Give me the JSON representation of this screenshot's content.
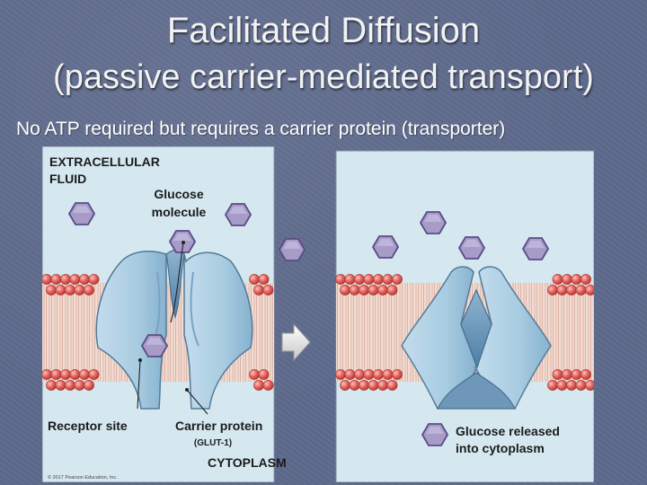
{
  "title_line1": "Facilitated Diffusion",
  "title_line2": "(passive carrier-mediated transport)",
  "subtitle": "No ATP required but requires a carrier protein (transporter)",
  "figure": {
    "extracellular_line1": "EXTRACELLULAR",
    "extracellular_line2": "FLUID",
    "glucose_line1": "Glucose",
    "glucose_line2": "molecule",
    "receptor_site": "Receptor site",
    "carrier_protein": "Carrier protein",
    "glut": "(GLUT-1)",
    "cytoplasm": "CYTOPLASM",
    "released_line1": "Glucose released",
    "released_line2": "into cytoplasm",
    "copyright": "© 2017 Pearson Education, Inc."
  },
  "colors": {
    "slide_background": "#5e6a8c",
    "panel_background": "#d5e8f0",
    "glucose": "#a79bc8",
    "phospholipid_head": "#e8645f",
    "carrier_protein": "#a9cce0",
    "carrier_protein_dark": "#5b88ad"
  }
}
